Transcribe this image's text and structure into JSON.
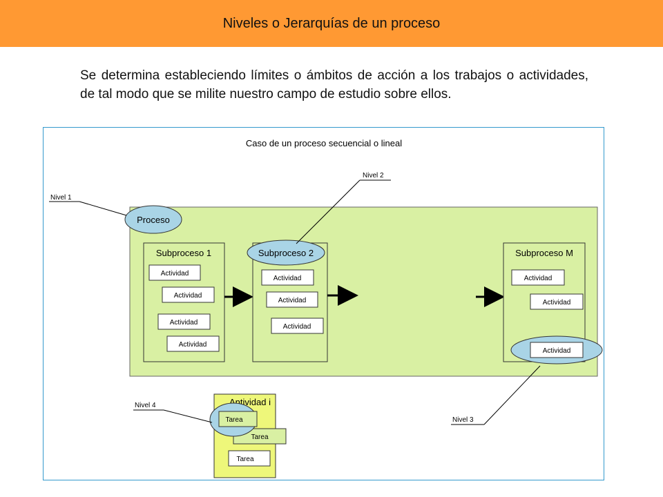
{
  "header": {
    "title": "Niveles o Jerarquías de un proceso"
  },
  "intro_text": "Se determina estableciendo límites o ámbitos de acción a los trabajos o actividades, de tal modo que se milite nuestro campo de estudio sobre ellos.",
  "diagram": {
    "title": "Caso de un proceso secuencial o lineal",
    "process_label": "Proceso",
    "subprocesses": [
      {
        "label": "Subproceso 1",
        "activities": [
          "Actividad",
          "Actividad",
          "Actividad",
          "Actividad"
        ]
      },
      {
        "label": "Subproceso 2",
        "activities": [
          "Actividad",
          "Actividad",
          "Actividad"
        ]
      },
      {
        "label": "Subproceso M",
        "activities": [
          "Actividad",
          "Actividad",
          "Actividad"
        ]
      }
    ],
    "activity_box": {
      "label": "Antividad i",
      "tasks": [
        "Tarea",
        "Tarea",
        "Tarea"
      ]
    },
    "levels": [
      "Nivel 1",
      "Nivel 2",
      "Nivel 3",
      "Nivel 4"
    ],
    "colors": {
      "process_fill": "#D9F0A3",
      "subprocess_fill": "#D9F0A3",
      "activity_block_fill": "#EEF77A",
      "ellipse_fill": "#A9D4E6",
      "banner": "#FF9933"
    }
  }
}
